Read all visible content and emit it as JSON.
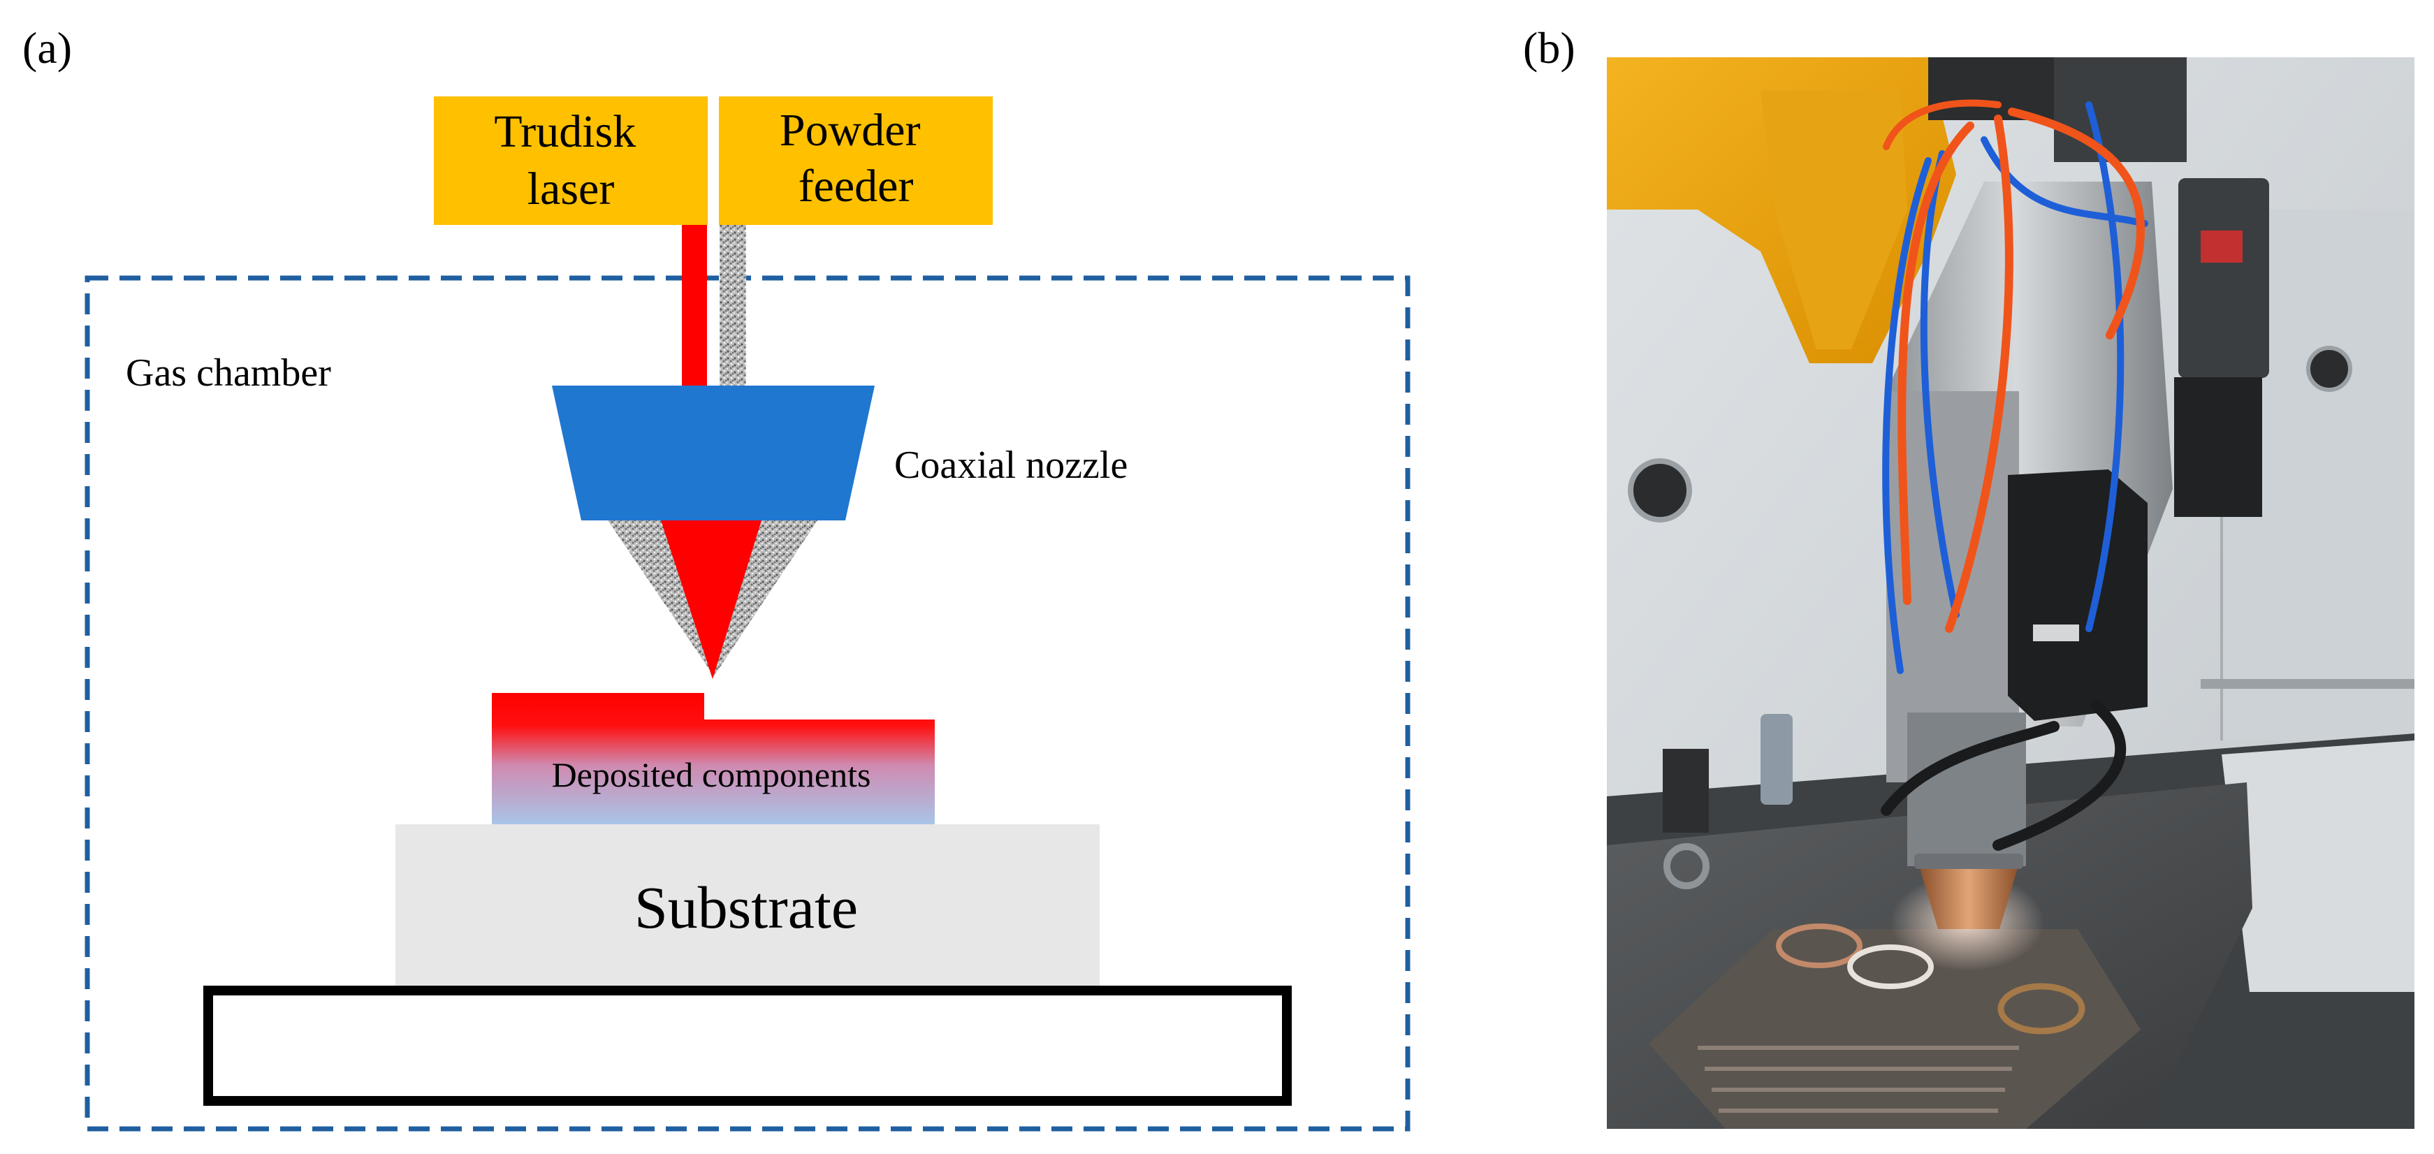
{
  "panel_a": {
    "label": "(a)",
    "trudisk_laser": [
      "Trudisk",
      "laser"
    ],
    "powder_feeder": [
      "Powder",
      "feeder"
    ],
    "gas_chamber": "Gas chamber",
    "coaxial_nozzle": "Coaxial nozzle",
    "deposited_components": "Deposited components",
    "substrate": "Substrate"
  },
  "panel_b": {
    "label": "(b)",
    "photo_subject": "coaxial-nozzle-deposition-head-photo"
  },
  "colors": {
    "source_box": "#FFC000",
    "laser_beam": "#FF0000",
    "nozzle": "#1F77D0",
    "chamber_border": "#1F5FA0",
    "substrate": "#E7E7E7",
    "deposit_bottom": "#A9C4E8",
    "powder_gray": "#9A9A9A"
  }
}
